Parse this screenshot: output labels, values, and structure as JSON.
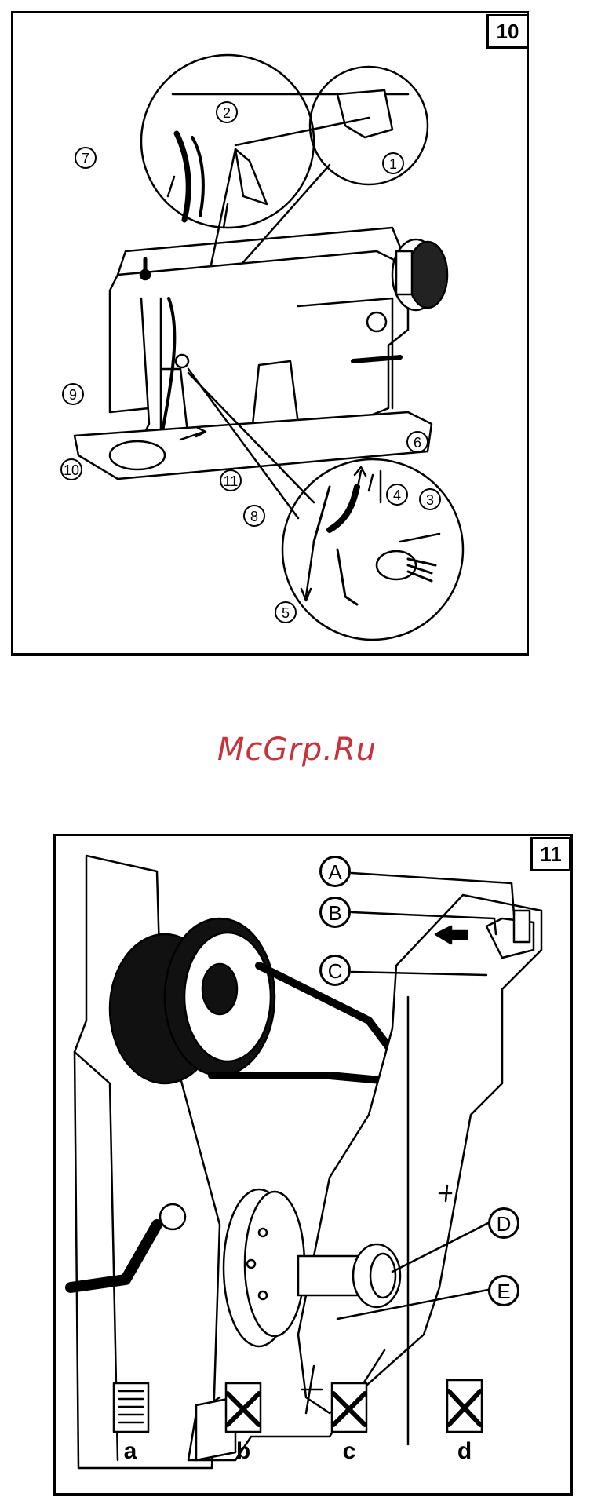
{
  "figure_10": {
    "badge": "10",
    "callouts": [
      "1",
      "2",
      "3",
      "4",
      "5",
      "6",
      "7",
      "8",
      "9",
      "10",
      "11"
    ]
  },
  "watermark": "McGrp.Ru",
  "figure_11": {
    "badge": "11",
    "callouts": [
      "A",
      "B",
      "C",
      "D",
      "E"
    ],
    "bobbin_labels": [
      "a",
      "b",
      "c",
      "d"
    ]
  }
}
